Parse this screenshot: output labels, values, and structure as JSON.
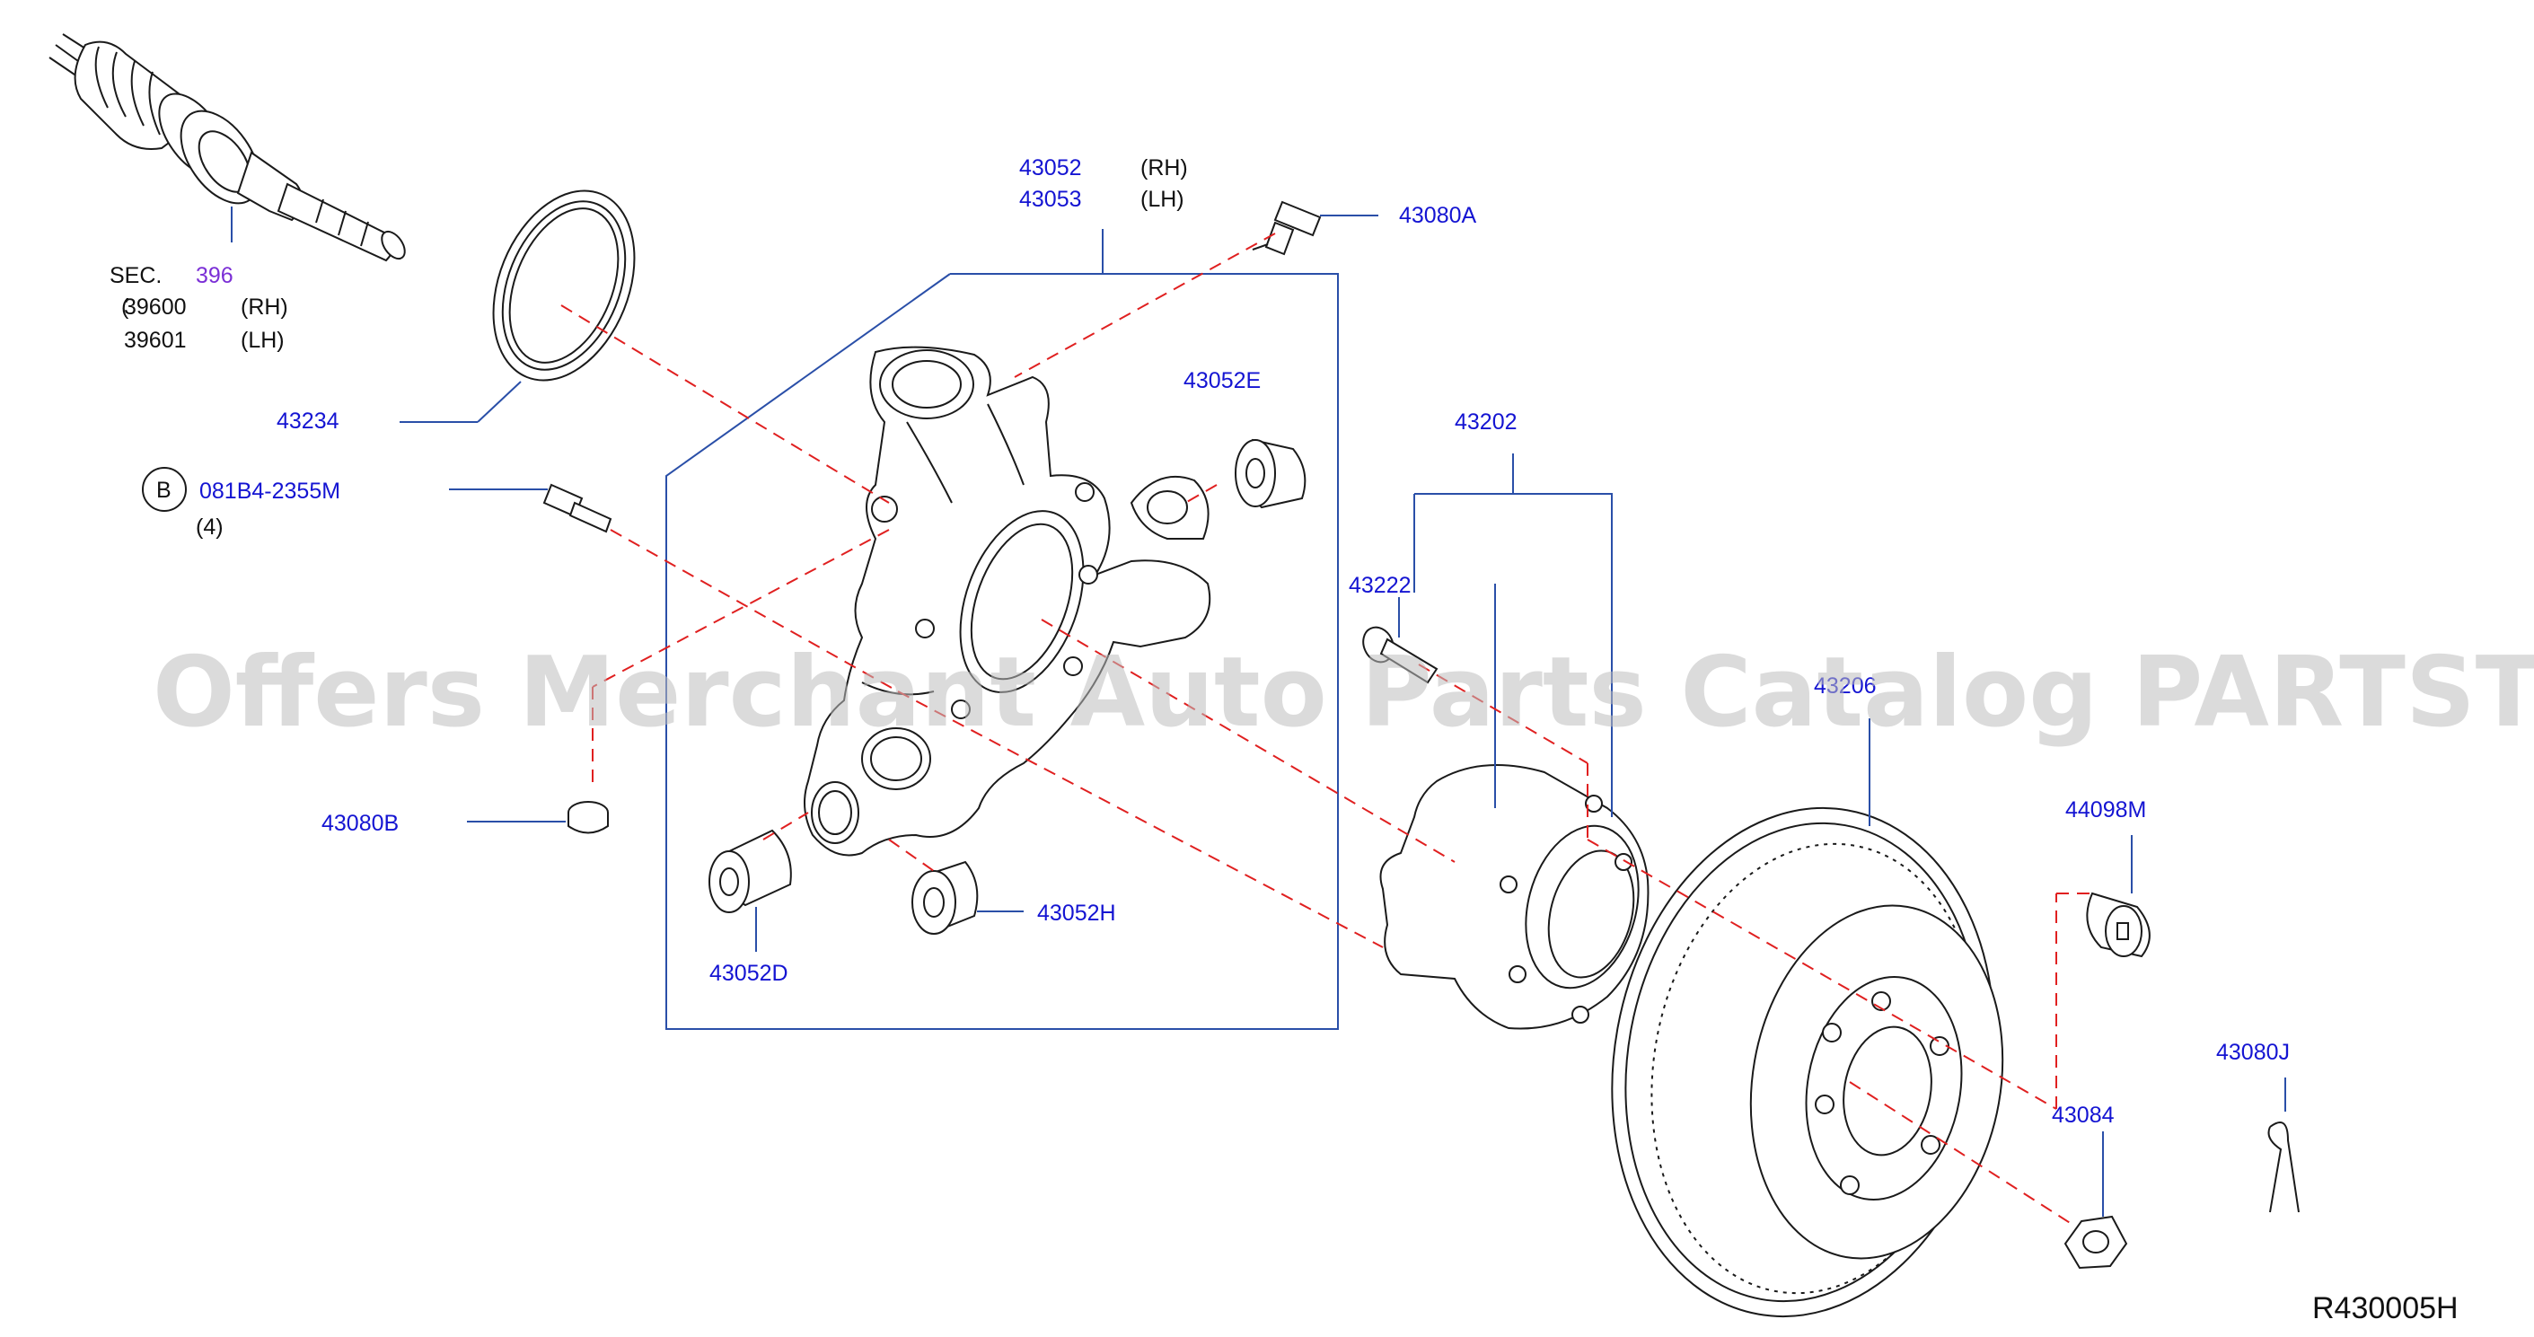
{
  "watermark": "Offers Merchant Auto Parts Catalog PARTSTORE.SA",
  "diagram_code": "R430005H",
  "section_ref": {
    "prefix": "SEC.",
    "number": "396",
    "part_rh": "39600",
    "part_lh": "39601",
    "rh": "(RH)",
    "lh": "(LH)"
  },
  "knuckle": {
    "part_rh": "43052",
    "part_lh": "43053",
    "rh": "(RH)",
    "lh": "(LH)"
  },
  "bolt_ref": {
    "letter": "B",
    "part": "081B4-2355M",
    "qty": "(4)"
  },
  "labels": {
    "p43080A": "43080A",
    "p43234": "43234",
    "p43052E": "43052E",
    "p43202": "43202",
    "p43222": "43222",
    "p43206": "43206",
    "p43080B": "43080B",
    "p43052D": "43052D",
    "p43052H": "43052H",
    "p44098M": "44098M",
    "p43080J": "43080J",
    "p43084": "43084"
  }
}
